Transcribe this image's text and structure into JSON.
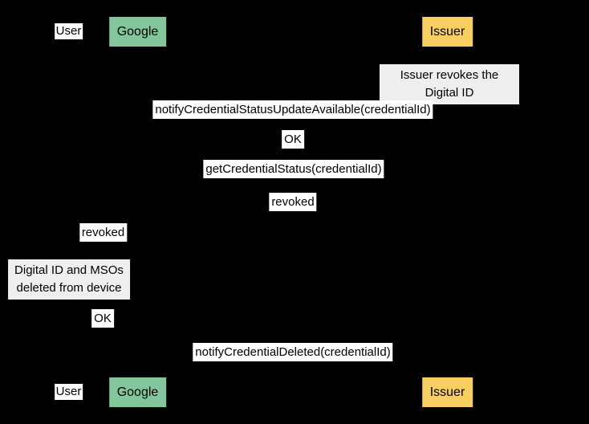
{
  "diagram": {
    "type": "sequence-diagram",
    "colors": {
      "background": "#000000",
      "google_actor_fill": "#82C69B",
      "issuer_actor_fill": "#F7CE5F",
      "message_label_bg": "#FFFFFF",
      "note_bg": "#EFEFEF",
      "text": "#000000"
    },
    "actors": [
      {
        "id": "user",
        "label": "User",
        "style": "plain-label",
        "color": "#FFFFFF"
      },
      {
        "id": "google",
        "label": "Google",
        "style": "filled-box",
        "color": "#82C69B"
      },
      {
        "id": "issuer",
        "label": "Issuer",
        "style": "filled-box",
        "color": "#F7CE5F"
      }
    ],
    "events": [
      {
        "kind": "note",
        "over": "issuer",
        "text": "Issuer revokes the Digital ID"
      },
      {
        "kind": "message",
        "between": "google-issuer",
        "text": "notifyCredentialStatusUpdateAvailable(credentialId)"
      },
      {
        "kind": "message",
        "between": "google-issuer",
        "text": "OK"
      },
      {
        "kind": "message",
        "between": "google-issuer",
        "text": "getCredentialStatus(credentialId)"
      },
      {
        "kind": "message",
        "between": "google-issuer",
        "text": "revoked"
      },
      {
        "kind": "message",
        "between": "user-google",
        "text": "revoked"
      },
      {
        "kind": "note",
        "over": "user",
        "text": "Digital ID and MSOs\ndeleted from device"
      },
      {
        "kind": "message",
        "between": "user-google",
        "text": "OK"
      },
      {
        "kind": "message",
        "between": "google-issuer",
        "text": "notifyCredentialDeleted(credentialId)"
      }
    ]
  }
}
